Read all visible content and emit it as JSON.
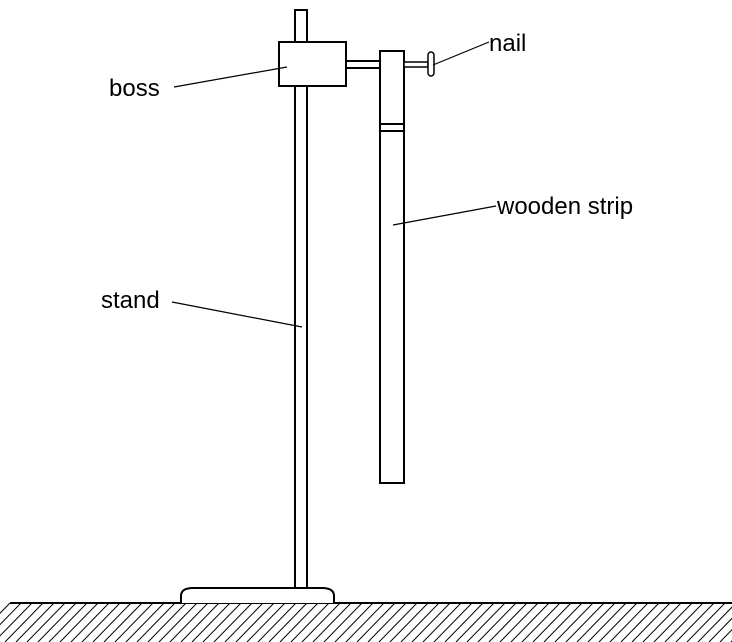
{
  "labels": {
    "nail": "nail",
    "boss": "boss",
    "wooden_strip": "wooden strip",
    "stand": "stand"
  },
  "colors": {
    "stroke": "#000000",
    "background": "#ffffff"
  }
}
